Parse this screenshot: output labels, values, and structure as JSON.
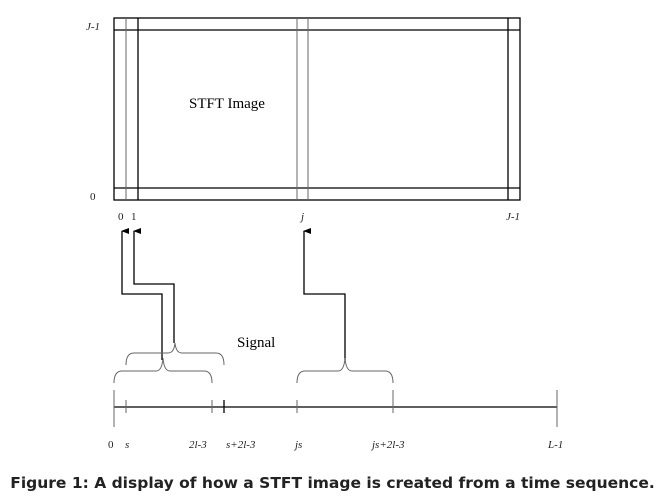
{
  "image": {
    "title": "STFT Image",
    "y_labels": {
      "top": "J-1",
      "bottom": "0"
    },
    "x_labels": {
      "first": "0",
      "second": "1",
      "middle": "j",
      "last": "J-1"
    }
  },
  "signal": {
    "title": "Signal",
    "ticks": [
      "0",
      "s",
      "2l-3",
      "s+2l-3",
      "js",
      "js+2l-3",
      "L-1"
    ]
  },
  "caption": "Figure 1: A display of how a STFT image is created from a time sequence."
}
